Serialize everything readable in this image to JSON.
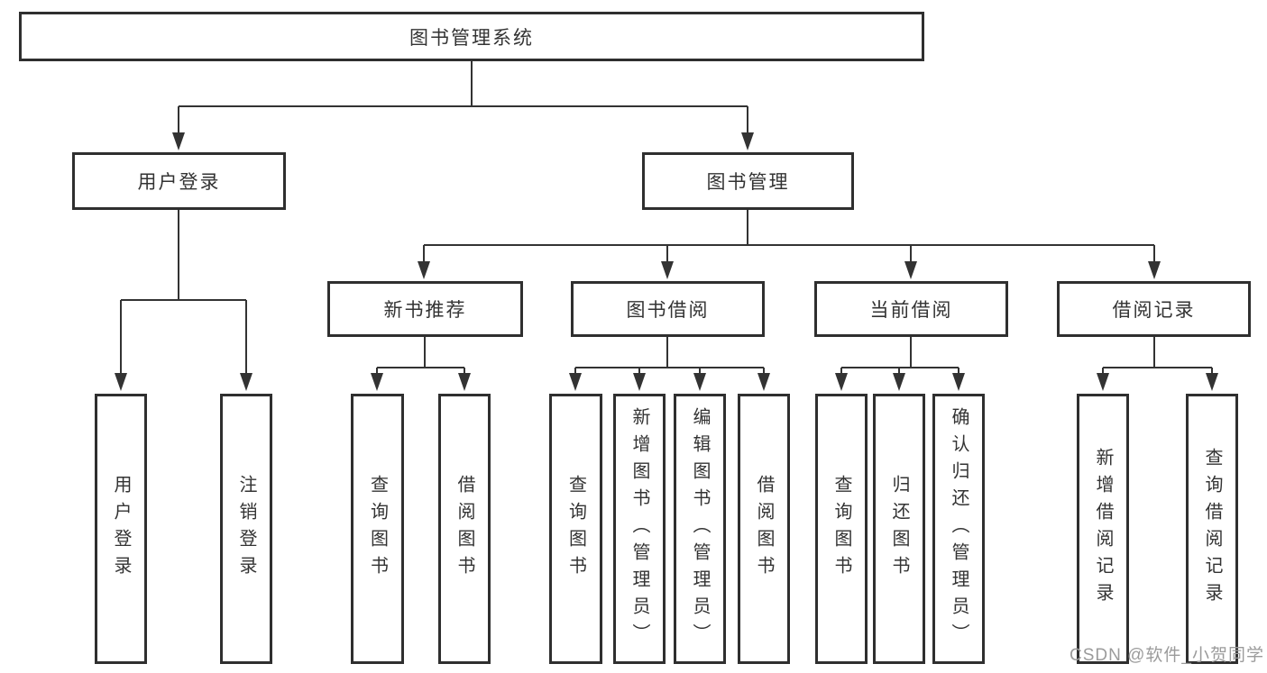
{
  "root": {
    "label": "图书管理系统"
  },
  "branches": [
    {
      "label": "用户登录",
      "children": [
        "用户登录",
        "注销登录"
      ]
    },
    {
      "label": "图书管理",
      "children": [
        {
          "label": "新书推荐",
          "children": [
            "查询图书",
            "借阅图书"
          ]
        },
        {
          "label": "图书借阅",
          "children": [
            "查询图书",
            "新增图书（管理员）",
            "编辑图书（管理员）",
            "借阅图书"
          ]
        },
        {
          "label": "当前借阅",
          "children": [
            "查询图书",
            "归还图书",
            "确认归还（管理员）"
          ]
        },
        {
          "label": "借阅记录",
          "children": [
            "新增借阅记录",
            "查询借阅记录"
          ]
        }
      ]
    }
  ],
  "watermark": "CSDN @软件_小贺同学",
  "colors": {
    "line": "#333333",
    "box_border": "#2f2f2f",
    "text": "#333333",
    "watermark": "#9b9b9b",
    "background": "#ffffff"
  }
}
